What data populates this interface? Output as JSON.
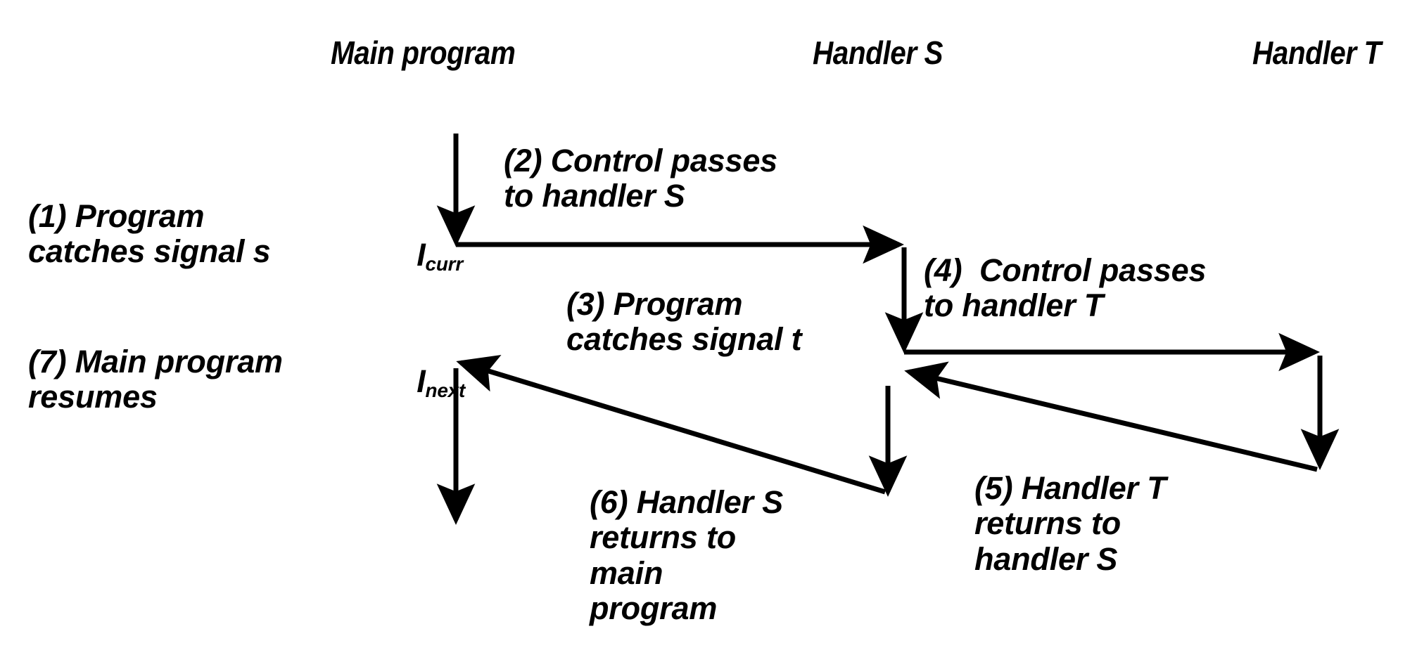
{
  "diagram": {
    "title_columns": [
      {
        "id": "main-program",
        "label": "Main program"
      },
      {
        "id": "handler-s",
        "label": "Handler S"
      },
      {
        "id": "handler-t",
        "label": "Handler T"
      }
    ],
    "instruction_labels": [
      {
        "id": "i-curr",
        "base": "I",
        "sub": "curr"
      },
      {
        "id": "i-next",
        "base": "I",
        "sub": "next"
      }
    ],
    "steps": [
      {
        "id": "step-1",
        "number": "(1)",
        "text": "(1) Program\ncatches signal s"
      },
      {
        "id": "step-2",
        "number": "(2)",
        "text": "(2) Control passes\nto handler S"
      },
      {
        "id": "step-3",
        "number": "(3)",
        "text": "(3) Program\ncatches signal t"
      },
      {
        "id": "step-4",
        "number": "(4)",
        "text": "(4)  Control passes\nto handler T"
      },
      {
        "id": "step-5",
        "number": "(5)",
        "text": "(5) Handler T\nreturns to\nhandler S"
      },
      {
        "id": "step-6",
        "number": "(6)",
        "text": "(6) Handler S\nreturns to\nmain\nprogram"
      },
      {
        "id": "step-7",
        "number": "(7)",
        "text": "(7) Main program\nresumes"
      }
    ],
    "colors": {
      "background": "#ffffff",
      "ink": "#000000"
    },
    "arrows": [
      {
        "id": "main-to-icurr",
        "kind": "vertical-down"
      },
      {
        "id": "main-to-handler-s",
        "kind": "horizontal-right"
      },
      {
        "id": "handler-s-descend",
        "kind": "vertical-down"
      },
      {
        "id": "handler-s-to-handler-t",
        "kind": "horizontal-right"
      },
      {
        "id": "handler-t-descend",
        "kind": "vertical-down"
      },
      {
        "id": "handler-t-to-handler-s",
        "kind": "diagonal-up-left"
      },
      {
        "id": "handler-s-descend-2",
        "kind": "vertical-down"
      },
      {
        "id": "handler-s-to-main",
        "kind": "diagonal-up-left"
      },
      {
        "id": "main-resume-descend",
        "kind": "vertical-down"
      }
    ]
  }
}
